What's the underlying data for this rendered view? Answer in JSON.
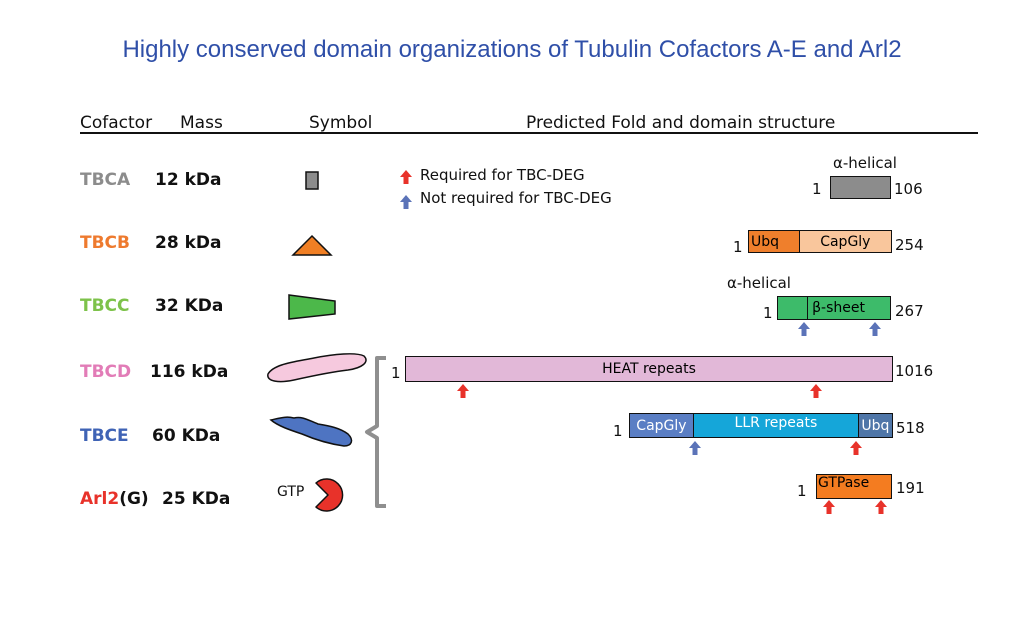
{
  "title": "Highly conserved domain organizations of Tubulin Cofactors A-E and Arl2",
  "headers": {
    "cofactor": "Cofactor",
    "mass": "Mass",
    "symbol": "Symbol",
    "structure": "Predicted Fold and domain structure"
  },
  "legend": {
    "required": {
      "label": "Required for TBC-DEG",
      "color": "#e8322a"
    },
    "not_required": {
      "label": "Not required for TBC-DEG",
      "color": "#5b73b8"
    }
  },
  "cofactors": [
    {
      "name": "TBCA",
      "mass": "12 kDa",
      "name_color": "#8c8c8c",
      "symbol": "rectangle",
      "symbol_color": "#8c8c8c",
      "start": "1",
      "end": "106",
      "fold_label": "α-helical",
      "domains": [
        {
          "label": "",
          "color": "#8c8c8c"
        }
      ],
      "arrows": []
    },
    {
      "name": "TBCB",
      "mass": "28 kDa",
      "name_color": "#ee7a2e",
      "symbol": "triangle",
      "symbol_color": "#f07f24",
      "start": "1",
      "end": "254",
      "domains": [
        {
          "label": "Ubq",
          "color": "#ef7f2c"
        },
        {
          "label": "CapGly",
          "color": "#f9c69c"
        }
      ],
      "arrows": []
    },
    {
      "name": "TBCC",
      "mass": "32 KDa",
      "name_color": "#7dc24a",
      "symbol": "trapezoid",
      "symbol_color": "#4cb84a",
      "start": "1",
      "end": "267",
      "fold_label": "α-helical",
      "domains": [
        {
          "label": "",
          "color": "#3dbb6a"
        },
        {
          "label": "β-sheet",
          "color": "#3dbb6a"
        }
      ],
      "arrows": [
        {
          "type": "not_required"
        },
        {
          "type": "not_required"
        }
      ]
    },
    {
      "name": "TBCD",
      "mass": "116 kDa",
      "name_color": "#e27cb7",
      "symbol": "elongated-blob",
      "symbol_color": "#f6c9de",
      "start": "1",
      "end": "1016",
      "domains": [
        {
          "label": "HEAT repeats",
          "color": "#e2b8d8"
        }
      ],
      "arrows": [
        {
          "type": "required"
        },
        {
          "type": "required"
        }
      ]
    },
    {
      "name": "TBCE",
      "mass": "60 KDa",
      "name_color": "#3f63b5",
      "symbol": "blob",
      "symbol_color": "#4e74c2",
      "start": "1",
      "end": "518",
      "domains": [
        {
          "label": "CapGly",
          "color": "#5a7ec4"
        },
        {
          "label": "LLR repeats",
          "color": "#15a6d9"
        },
        {
          "label": "Ubq",
          "color": "#4f76a8"
        }
      ],
      "arrows": [
        {
          "type": "not_required"
        },
        {
          "type": "required"
        }
      ]
    },
    {
      "name": "Arl2",
      "name_suffix": "(G)",
      "mass": "25 KDa",
      "name_color": "#e8322a",
      "symbol": "pacman",
      "symbol_color": "#e8322a",
      "symbol_label": "GTP",
      "start": "1",
      "end": "191",
      "domains": [
        {
          "label": "GTPase",
          "color": "#f47c20"
        }
      ],
      "arrows": [
        {
          "type": "required"
        },
        {
          "type": "required"
        }
      ]
    }
  ]
}
